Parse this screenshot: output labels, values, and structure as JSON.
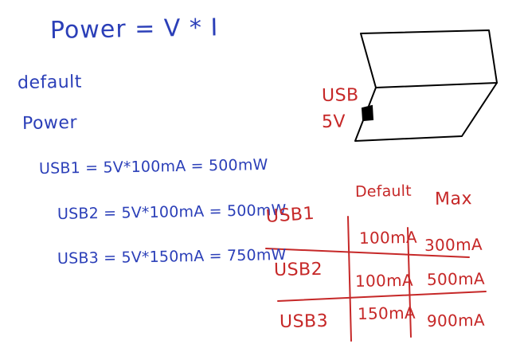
{
  "whiteboard": {
    "title_line": "Power = V * I",
    "notes": {
      "default_label": "default",
      "power_label": "Power",
      "usb1": "USB1 = 5V*100mA = 500mW",
      "usb2": "USB2 = 5V*100mA = 500mW",
      "usb3": "USB3 = 5V*150mA = 750mW"
    },
    "device": {
      "usb_label": "USB",
      "voltage_label": "5V"
    },
    "table": {
      "header_default": "Default",
      "header_max": "Max",
      "rows": [
        {
          "name": "USB1",
          "default": "100mA",
          "max": "300mA"
        },
        {
          "name": "USB2",
          "default": "100mA",
          "max": "500mA"
        },
        {
          "name": "USB3",
          "default": "150mA",
          "max": "900mA"
        }
      ]
    },
    "colors": {
      "blue_ink": "#2b3fb8",
      "red_ink": "#c62828",
      "black_ink": "#000000",
      "background": "#ffffff"
    }
  }
}
